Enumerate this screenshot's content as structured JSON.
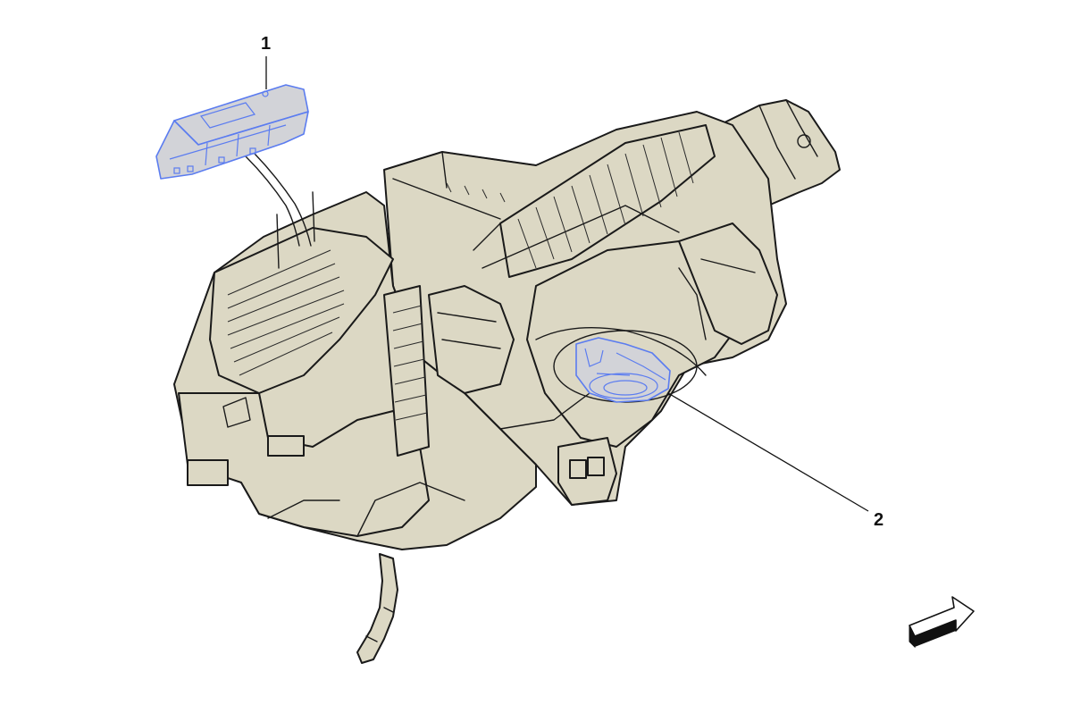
{
  "diagram": {
    "callouts": [
      {
        "id": "1",
        "label": "1"
      },
      {
        "id": "2",
        "label": "2"
      }
    ],
    "colors": {
      "body_fill": "#dcd8c4",
      "body_shadow": "#c9c4ab",
      "highlight_stroke": "#5b7cf0",
      "highlight_fill": "#d2d3d8",
      "line": "#1a1a1a"
    },
    "icons": {
      "orientation": "direction-arrow-icon"
    }
  }
}
